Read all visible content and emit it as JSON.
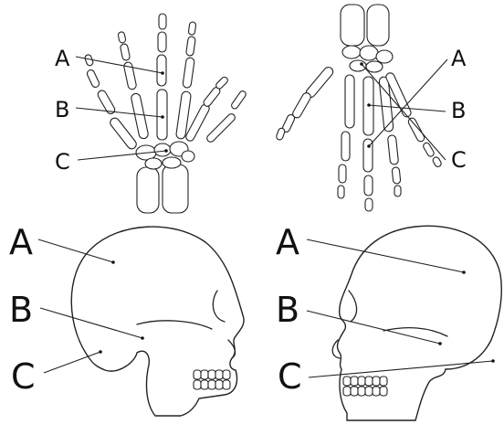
{
  "panels": [
    {
      "labels": {
        "a": "A",
        "b": "B",
        "c": "C"
      }
    },
    {
      "labels": {
        "a": "A",
        "b": "B",
        "c": "C"
      }
    },
    {
      "labels": {
        "a": "A",
        "b": "B",
        "c": "C"
      }
    },
    {
      "labels": {
        "a": "A",
        "b": "B",
        "c": "C"
      }
    }
  ]
}
